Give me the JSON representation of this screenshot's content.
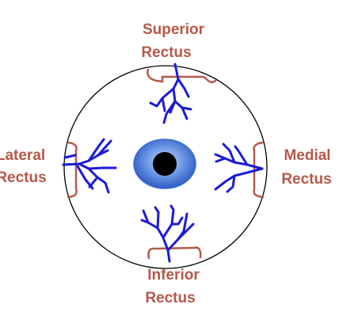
{
  "labels": {
    "superior": [
      "Superior",
      "Rectus"
    ],
    "lateral": [
      "Lateral",
      "Rectus"
    ],
    "medial": [
      "Medial",
      "Rectus"
    ],
    "inferior": [
      "Inferior",
      "Rectus"
    ]
  },
  "colors": {
    "label_text": "#b5584a",
    "muscle_outline": "#b5584a",
    "vessels": "#1b1bd6",
    "iris": "#4a78d8",
    "pupil": "#000000",
    "globe_outline": "#000000"
  }
}
